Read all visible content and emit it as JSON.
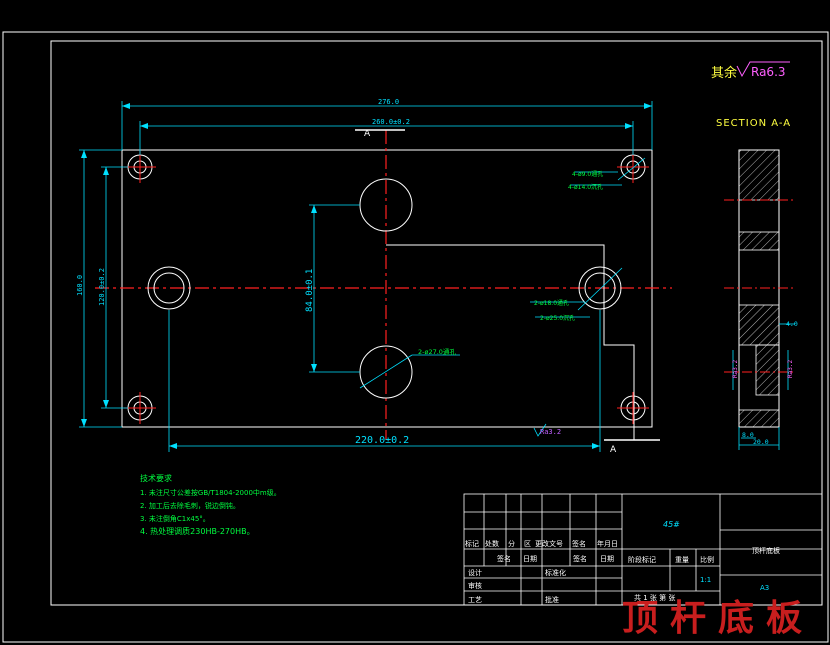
{
  "dimensions": {
    "overall_width": "276.0",
    "hole_span": "260.0±0.2",
    "center_span": "220.0±0.2",
    "overall_height": "160.0",
    "hole_height": "120.0±0.2",
    "center_height": "84.0±0.1",
    "section_thickness": "4.0",
    "section_width": "20.0",
    "section_small": "8.0",
    "section_vertical": "20.0"
  },
  "annotations": {
    "corner_holes_1": "4-ø9.0通孔",
    "corner_holes_2": "4-ø14.0沉孔",
    "side_holes_1": "2-ø18.0通孔",
    "side_holes_2": "2-ø25.0沉孔",
    "center_holes": "2-ø27.0通孔",
    "roughness_local": "Ra3.2",
    "section_cut": "A",
    "section_cut_bottom": "A"
  },
  "roughness_note": {
    "prefix": "其余",
    "value": "Ra6.3"
  },
  "section": {
    "title": "SECTION A-A"
  },
  "tech_requirements": {
    "title": "技术要求",
    "items": [
      "1. 未注尺寸公差按GB/T1804-2000中m级。",
      "2. 加工后去除毛刺，锐边倒钝。",
      "3. 未注倒角C1x45°。",
      "4. 热处理调质230HB-270HB。"
    ]
  },
  "title_block": {
    "material": "45#",
    "part_name": "顶杆底板",
    "headers": [
      "标记",
      "处数",
      "分",
      "区",
      "更改文号",
      "签名",
      "年月日"
    ],
    "row_sign": [
      "签名",
      "日期",
      "签名",
      "日期"
    ],
    "design": "设计",
    "standardize": "标准化",
    "review": "审核",
    "process": "工艺",
    "approve": "批准",
    "stage_mark": "阶段标记",
    "weight": "重量",
    "scale": "比例",
    "scale_value": "1:1",
    "sheets": "共 1 张 第 张",
    "drawing_no": "A3"
  },
  "watermark": "顶杆底板",
  "colors": {
    "background": "#000000",
    "frame": "#ffffff",
    "dimension": "#00e0ff",
    "center_line": "#ff2020",
    "annotation": "#00ff40",
    "roughness": "#ff60ff",
    "section_text": "#ffff40",
    "watermark": "#c81e1e"
  }
}
